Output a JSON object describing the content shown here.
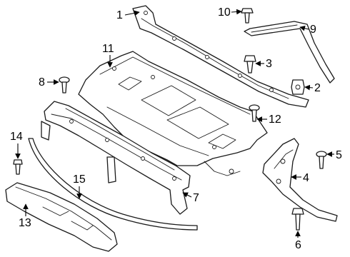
{
  "diagram": {
    "callouts": [
      {
        "num": "1"
      },
      {
        "num": "2"
      },
      {
        "num": "3"
      },
      {
        "num": "4"
      },
      {
        "num": "5"
      },
      {
        "num": "6"
      },
      {
        "num": "7"
      },
      {
        "num": "8"
      },
      {
        "num": "9"
      },
      {
        "num": "10"
      },
      {
        "num": "11"
      },
      {
        "num": "12"
      },
      {
        "num": "13"
      },
      {
        "num": "14"
      },
      {
        "num": "15"
      }
    ]
  },
  "colors": {
    "line": "#1a1a1a",
    "fill": "#ffffff",
    "label": "#000000"
  }
}
